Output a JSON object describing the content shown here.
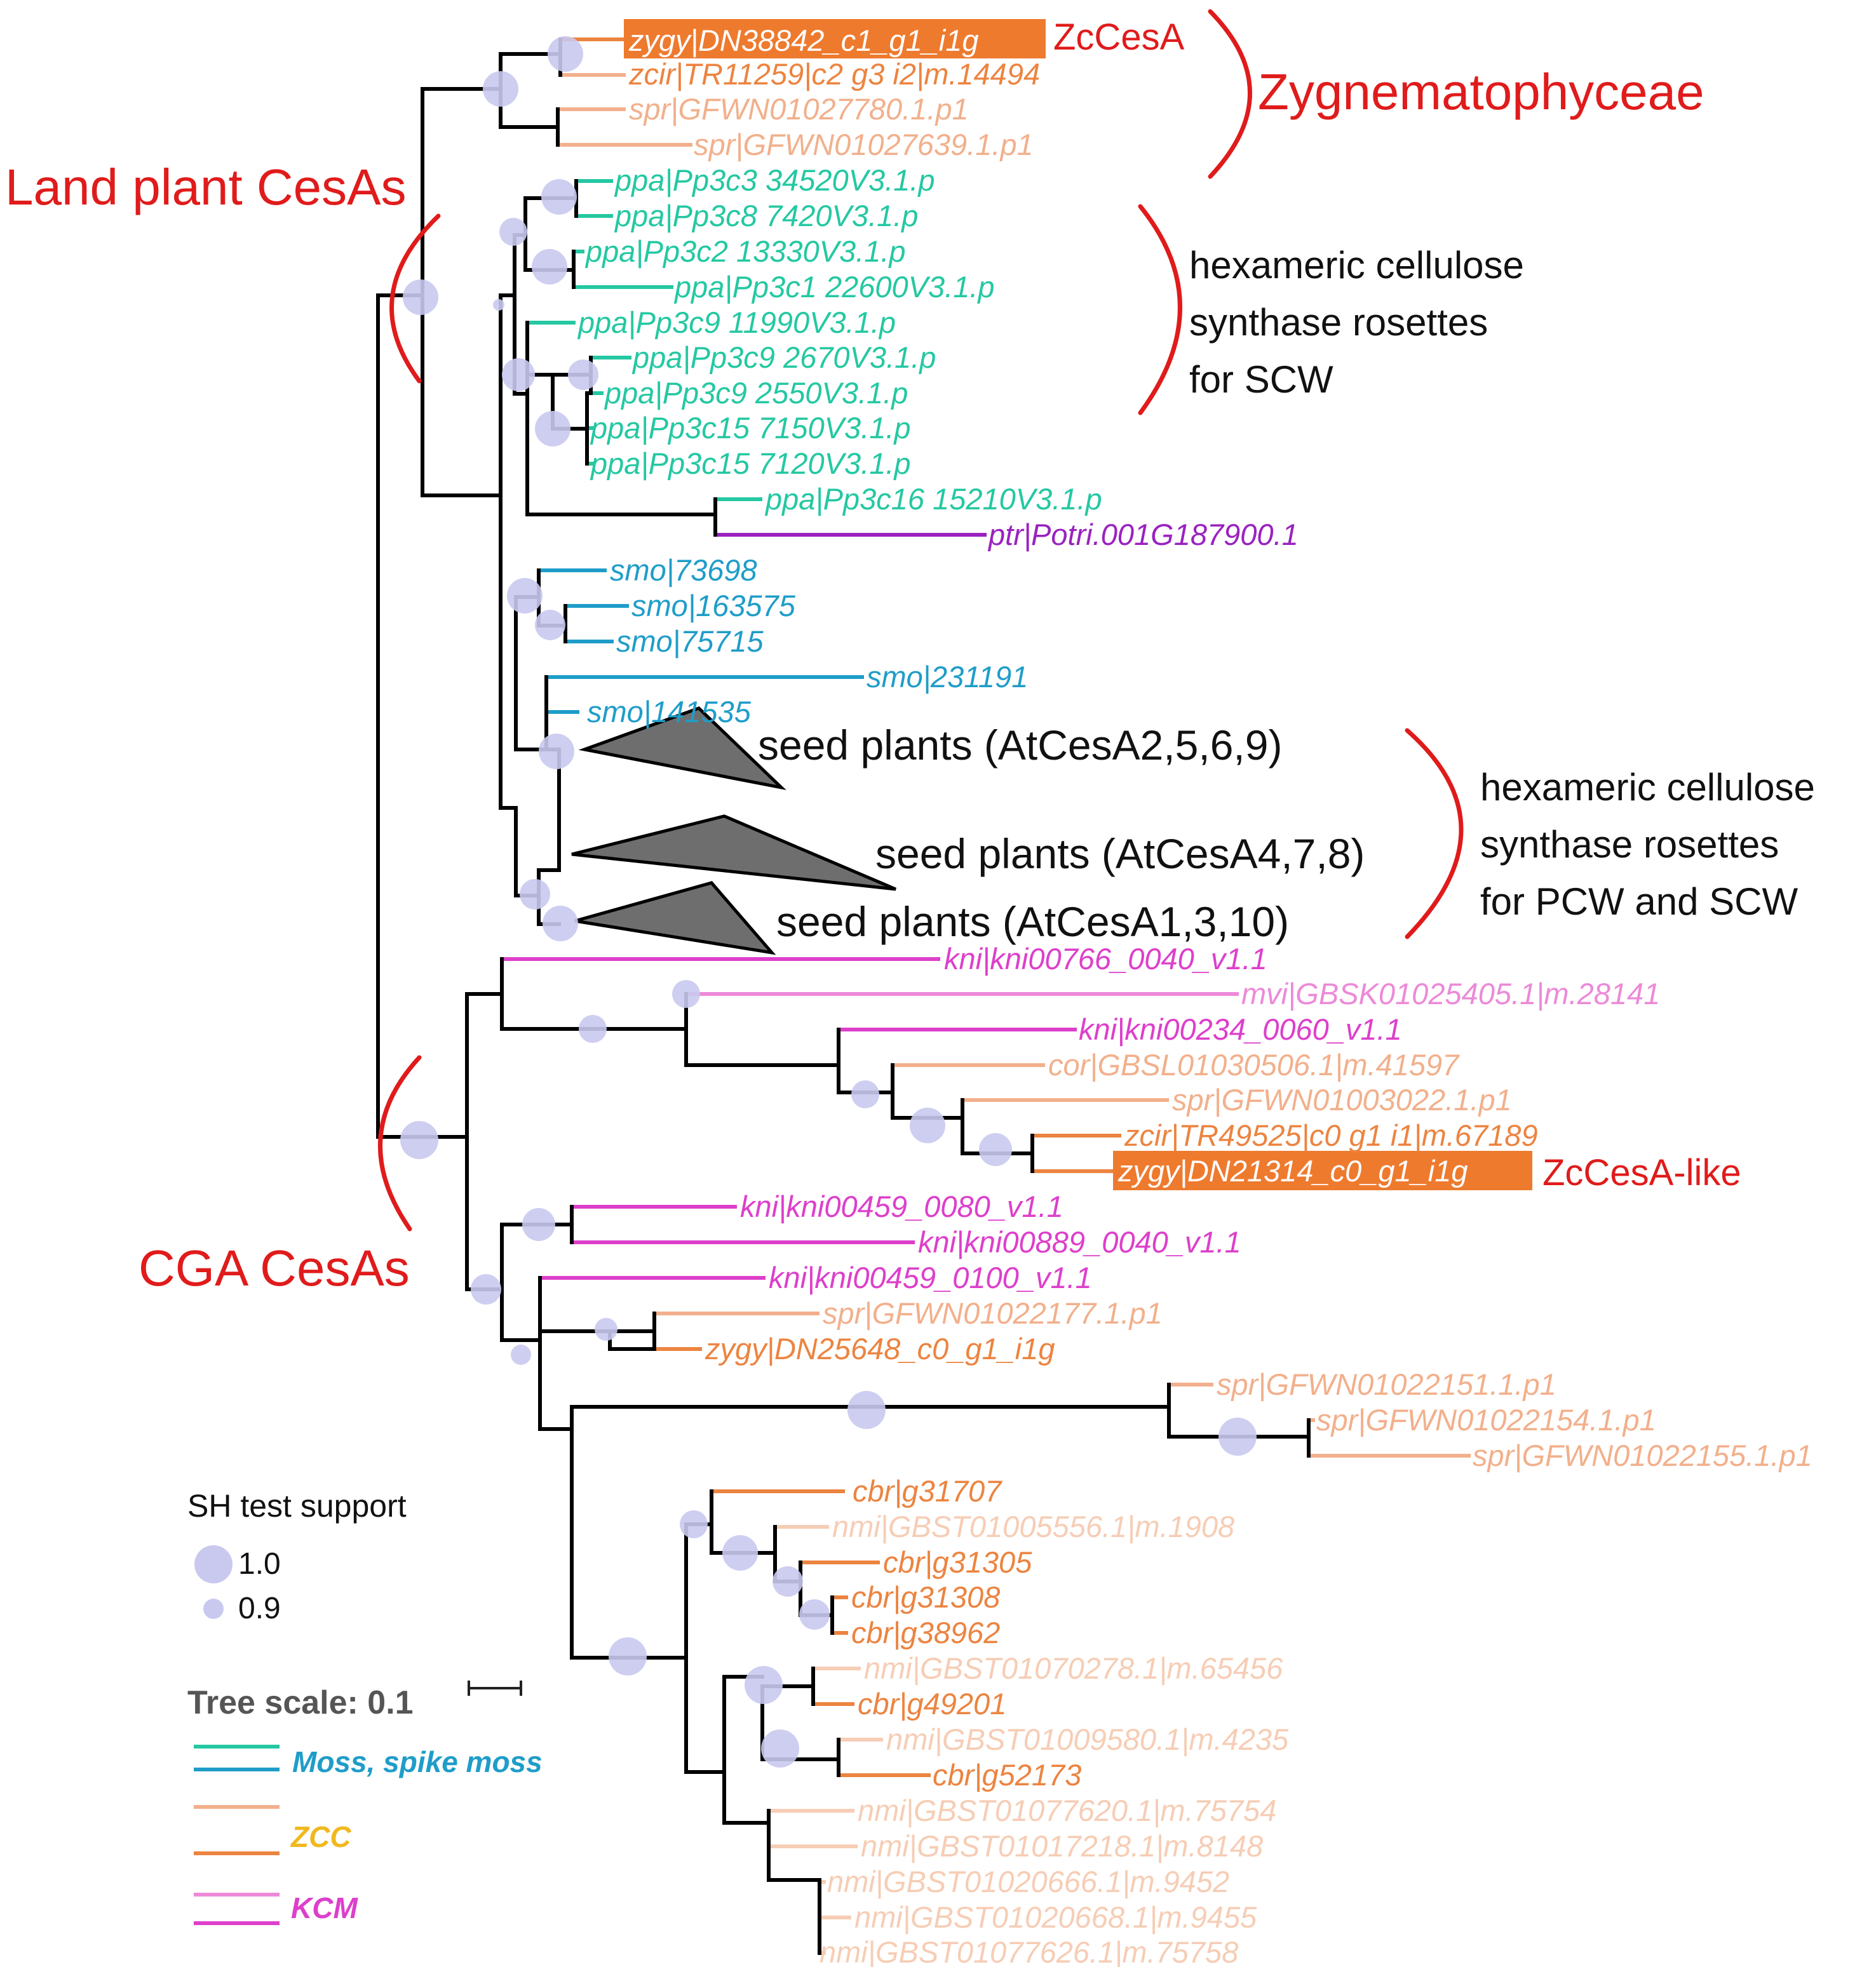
{
  "colors": {
    "branch": "#000000",
    "moss": "#24c8a2",
    "spike_moss": "#1f9dc9",
    "poplar": "#9a22c0",
    "zcc_light": "#f2b08c",
    "zcc_dark": "#ec8440",
    "zcc_pale": "#f6cdb5",
    "kcm_dark": "#dd3fcb",
    "kcm_light": "#ec8ad8",
    "support": "#c9c9f0",
    "annotation": "#e01b1b",
    "collapsed": "#6e6e6e",
    "highlight": "#ee7a2e"
  },
  "leaves": [
    "zygy|DN38842_c1_g1_i1g",
    "zcir|TR11259|c2 g3 i2|m.14494",
    "spr|GFWN01027780.1.p1",
    "spr|GFWN01027639.1.p1",
    "ppa|Pp3c3 34520V3.1.p",
    "ppa|Pp3c8 7420V3.1.p",
    "ppa|Pp3c2 13330V3.1.p",
    "ppa|Pp3c1 22600V3.1.p",
    "ppa|Pp3c9 11990V3.1.p",
    "ppa|Pp3c9 2670V3.1.p",
    "ppa|Pp3c9 2550V3.1.p",
    "ppa|Pp3c15 7150V3.1.p",
    "ppa|Pp3c15 7120V3.1.p",
    "ppa|Pp3c16 15210V3.1.p",
    "ptr|Potri.001G187900.1",
    "smo|73698",
    "smo|163575",
    "smo|75715",
    "smo|231191",
    "smo|141535",
    "kni|kni00766_0040_v1.1",
    "mvi|GBSK01025405.1|m.28141",
    "kni|kni00234_0060_v1.1",
    "cor|GBSL01030506.1|m.41597",
    "spr|GFWN01003022.1.p1",
    "zcir|TR49525|c0 g1 i1|m.67189",
    "zygy|DN21314_c0_g1_i1g",
    "kni|kni00459_0080_v1.1",
    "kni|kni00889_0040_v1.1",
    "kni|kni00459_0100_v1.1",
    "spr|GFWN01022177.1.p1",
    "zygy|DN25648_c0_g1_i1g",
    "spr|GFWN01022151.1.p1",
    "spr|GFWN01022154.1.p1",
    "spr|GFWN01022155.1.p1",
    "cbr|g31707",
    "nmi|GBST01005556.1|m.1908",
    "cbr|g31305",
    "cbr|g31308",
    "cbr|g38962",
    "nmi|GBST01070278.1|m.65456",
    "cbr|g49201",
    "nmi|GBST01009580.1|m.4235",
    "cbr|g52173",
    "nmi|GBST01077620.1|m.75754",
    "nmi|GBST01017218.1|m.8148",
    "nmi|GBST01020666.1|m.9452",
    "nmi|GBST01020668.1|m.9455",
    "nmi|GBST01077626.1|m.75758"
  ],
  "collapsed_clades": [
    "seed plants (AtCesA2,5,6,9)",
    "seed plants (AtCesA4,7,8)",
    "seed plants (AtCesA1,3,10)"
  ],
  "annotations": {
    "zccesa": "ZcCesA",
    "zygnematophyceae": "Zygnematophyceae",
    "land_plant": "Land plant CesAs",
    "scw_line1": "hexameric cellulose",
    "scw_line2": "synthase rosettes",
    "scw_line3": "for SCW",
    "pcw_line1": "hexameric cellulose",
    "pcw_line2": "synthase rosettes",
    "pcw_line3": "for PCW and SCW",
    "zccesa_like": "ZcCesA-like",
    "cga": "CGA CesAs"
  },
  "legend": {
    "support_title": "SH test support",
    "support_high": "1.0",
    "support_low": "0.9",
    "tree_scale": "Tree scale: 0.1",
    "group_moss": "Moss, spike moss",
    "group_zcc": "ZCC",
    "group_kcm": "KCM"
  }
}
